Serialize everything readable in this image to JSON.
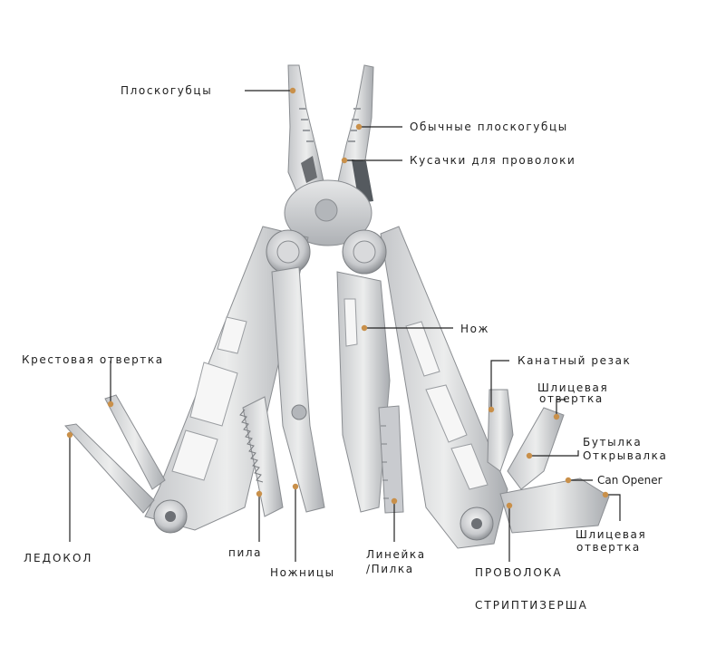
{
  "colors": {
    "steel_light": "#d9dadc",
    "steel_mid": "#b7b9bc",
    "steel_dark": "#8a8d91",
    "marker": "#c9904a",
    "line": "#222222"
  },
  "labels": {
    "needle_nose": "Плоскогубцы",
    "regular_pliers": "Обычные плоскогубцы",
    "wire_cutter": "Кусачки для проволоки",
    "knife": "Нож",
    "phillips": "Крестовая отвертка",
    "rope_cutter": "Канатный резак",
    "flat_screwdriver_1a": "Шлицевая",
    "flat_screwdriver_1b": "отвертка",
    "bottle_opener_a": "Бутылка",
    "bottle_opener_b": "Открывалка",
    "can_opener": "Can Opener",
    "flat_screwdriver_2a": "Шлицевая",
    "flat_screwdriver_2b": "отвертка",
    "ice_pick": "ЛЕДОКОЛ",
    "saw": "пила",
    "scissors": "Ножницы",
    "ruler_a": "Линейка",
    "ruler_b": "/Пилка",
    "wire": "ПРОВОЛОКА",
    "stripper": "СТРИПТИЗЕРША"
  }
}
